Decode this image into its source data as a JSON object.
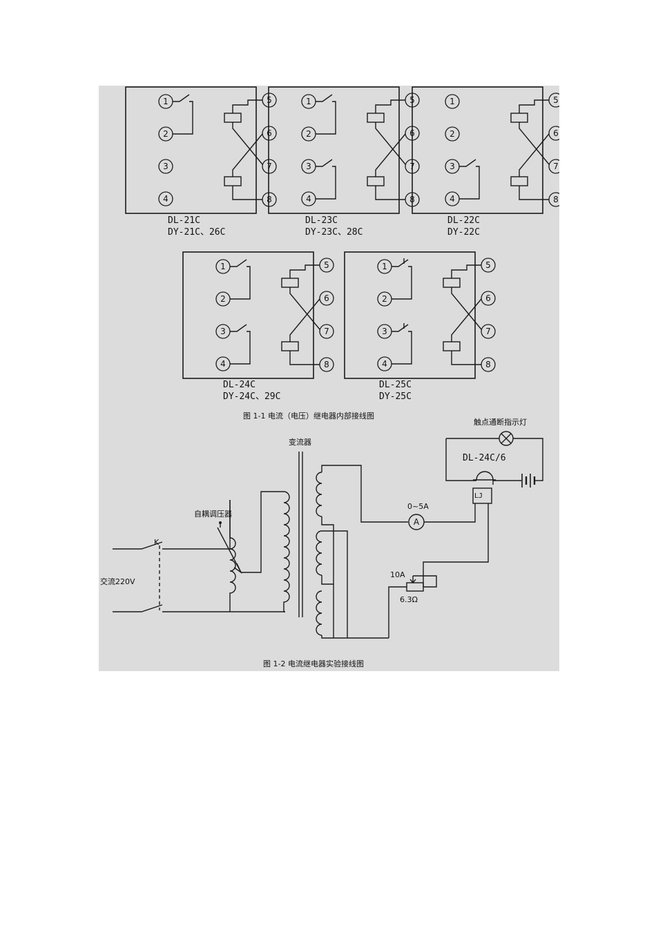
{
  "figure1": {
    "panels": [
      {
        "id": "p1",
        "label1": "DL-21C",
        "label2": "DY-21C、26C"
      },
      {
        "id": "p2",
        "label1": "DL-23C",
        "label2": "DY-23C、28C"
      },
      {
        "id": "p3",
        "label1": "DL-22C",
        "label2": "DY-22C"
      },
      {
        "id": "p4",
        "label1": "DL-24C",
        "label2": "DY-24C、29C"
      },
      {
        "id": "p5",
        "label1": "DL-25C",
        "label2": "DY-25C"
      }
    ],
    "terminals": [
      "1",
      "2",
      "3",
      "4",
      "5",
      "6",
      "7",
      "8"
    ],
    "caption": "图 1-1 电流（电压）继电器内部接线图"
  },
  "figure2": {
    "transformer_label": "变流器",
    "autotransformer_label": "自耦调压器",
    "switch_label": "K",
    "ac_label": "交流220V",
    "ammeter_range": "0~5A",
    "ammeter_symbol": "A",
    "resistor_current": "10A",
    "resistor_value": "6.3Ω",
    "lamp_label": "触点通断指示灯",
    "relay_model": "DL-24C/6",
    "relay_symbol": "LJ",
    "caption": "图 1-2 电流继电器实验接线图"
  }
}
